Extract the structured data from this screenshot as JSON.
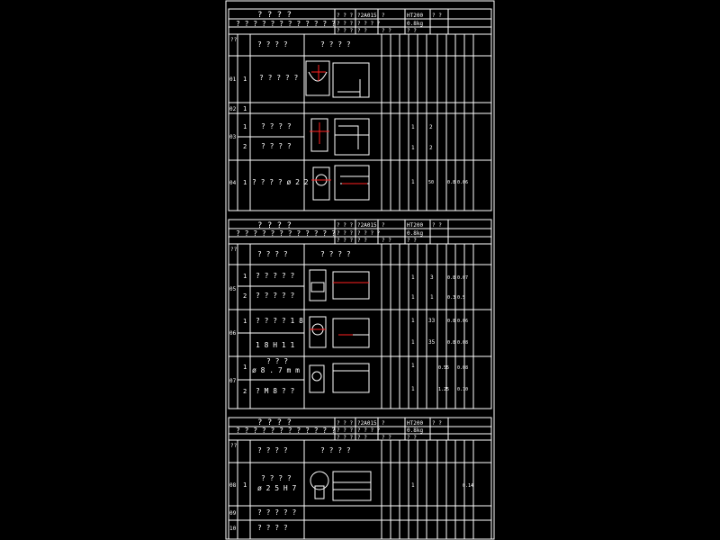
{
  "colors": {
    "background": "#000000",
    "line": "#ffffff",
    "accent": "#ff2020"
  },
  "cards": [
    {
      "title": "? ? ? ?",
      "subtitle": "? ? ? ? ? ? ? ? ? ? ? ?",
      "head_codes": [
        "? ? ?",
        "? ? ?",
        "? ? ?",
        "?2A015",
        "?",
        "? ? ? ?",
        "? ?",
        "? ?",
        "? ? ?",
        "HT200",
        "0.8kg",
        "? ?",
        "? ?",
        "? ?"
      ],
      "col_head": [
        "??",
        "? ? ? ?",
        "? ? ? ?"
      ],
      "rows": [
        {
          "no": "01",
          "step": "1",
          "text": "? ? ? ? ?"
        },
        {
          "no": "02",
          "step": "1",
          "text": ""
        },
        {
          "no": "03",
          "step": "1",
          "text": "? ? ? ?"
        },
        {
          "no": "",
          "step": "2",
          "text": "? ? ? ?"
        },
        {
          "no": "04",
          "step": "1",
          "text": "? ? ? ? ø 2 2"
        }
      ],
      "side": [
        {
          "a": "1",
          "b": "2",
          "c": "",
          "d": ""
        },
        {
          "a": "1",
          "b": "2",
          "c": "",
          "d": ""
        },
        {
          "a": "1",
          "b": "50",
          "c": "0.8",
          "d": "0.06"
        }
      ]
    },
    {
      "title": "? ? ? ?",
      "subtitle": "? ? ? ? ? ? ? ? ? ? ? ?",
      "head_codes": [
        "? ? ?",
        "? ? ?",
        "? ? ?",
        "?2A015",
        "?",
        "? ? ? ?",
        "? ?",
        "? ?",
        "? ? ?",
        "HT200",
        "0.8kg",
        "? ?",
        "? ?",
        "? ?"
      ],
      "col_head": [
        "??",
        "? ? ? ?",
        "? ? ? ?"
      ],
      "rows": [
        {
          "no": "05",
          "step": "1",
          "text": "? ? ? ? ?"
        },
        {
          "no": "",
          "step": "2",
          "text": "? ? ? ? ?"
        },
        {
          "no": "06",
          "step": "1",
          "text": "? ? ? ? 1 8"
        },
        {
          "no": "",
          "step": "",
          "text": "1 8 H 1 1"
        },
        {
          "no": "07",
          "step": "1",
          "text": "? ? ?"
        },
        {
          "no": "",
          "step": "",
          "text": "ø 8 . 7 m m"
        },
        {
          "no": "",
          "step": "2",
          "text": "? M 8 ? ?"
        }
      ],
      "side": [
        {
          "a": "1",
          "b": "3",
          "c": "0.8",
          "d": "0.07"
        },
        {
          "a": "1",
          "b": "1",
          "c": "0.3",
          "d": "0.5"
        },
        {
          "a": "1",
          "b": "33",
          "c": "0.8",
          "d": "0.06"
        },
        {
          "a": "1",
          "b": "35",
          "c": "0.8",
          "d": "0.08"
        },
        {
          "a": "1",
          "b": "",
          "c": "0.55",
          "d": "0.08"
        },
        {
          "a": "1",
          "b": "",
          "c": "1.25",
          "d": "0.10"
        }
      ]
    },
    {
      "title": "? ? ? ?",
      "subtitle": "? ? ? ? ? ? ? ? ? ? ? ?",
      "head_codes": [
        "? ? ?",
        "? ? ?",
        "? ? ?",
        "?2A015",
        "?",
        "? ? ? ?",
        "? ?",
        "? ?",
        "? ? ?",
        "HT200",
        "0.8kg",
        "? ?",
        "? ?",
        "? ?"
      ],
      "col_head": [
        "??",
        "? ? ? ?",
        "? ? ? ?"
      ],
      "rows": [
        {
          "no": "08",
          "step": "1",
          "text": "? ? ? ?"
        },
        {
          "no": "",
          "step": "",
          "text": "ø 2 5 H 7"
        },
        {
          "no": "09",
          "step": "",
          "text": "? ? ? ? ?"
        },
        {
          "no": "10",
          "step": "",
          "text": "? ? ? ?"
        }
      ],
      "side": [
        {
          "a": "1",
          "b": "",
          "c": "",
          "d": "0.14"
        }
      ]
    }
  ]
}
